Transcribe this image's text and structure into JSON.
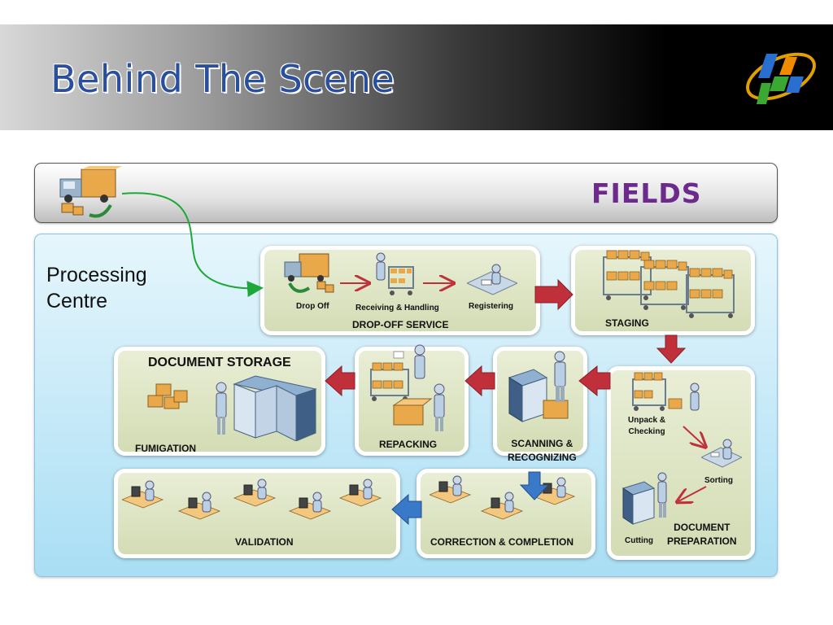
{
  "slide": {
    "title": "Behind The Scene",
    "fields_label": "FIELDS",
    "processing_centre_label": "Processing\nCentre"
  },
  "stages": {
    "drop_off_service": {
      "title": "DROP-OFF SERVICE",
      "steps": [
        "Drop Off",
        "Receiving & Handling",
        "Registering"
      ]
    },
    "staging": {
      "title": "STAGING"
    },
    "document_preparation": {
      "title": "DOCUMENT\nPREPARATION",
      "steps": [
        "Unpack &\nChecking",
        "Sorting",
        "Cutting"
      ]
    },
    "scanning": {
      "title": "SCANNING &\nRECOGNIZING"
    },
    "repacking": {
      "title": "REPACKING"
    },
    "document_storage": {
      "title": "DOCUMENT STORAGE",
      "sub": "FUMIGATION"
    },
    "correction": {
      "title": "CORRECTION & COMPLETION"
    },
    "validation": {
      "title": "VALIDATION"
    }
  },
  "colors": {
    "title": "#2a4f9c",
    "fields": "#6b2a8c",
    "red_arrow": "#c0303a",
    "blue_arrow": "#3a78c8",
    "green_connector": "#1fa83a",
    "box_fill": "#dbe3c0"
  }
}
